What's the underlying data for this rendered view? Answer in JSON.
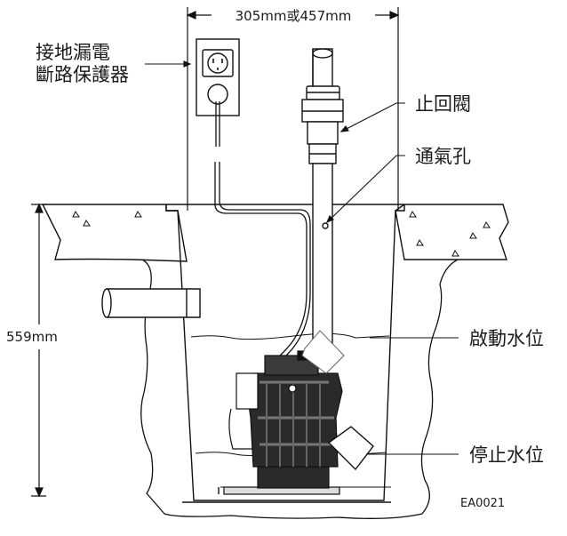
{
  "labels": {
    "gfci": [
      "接地漏電",
      "斷路保護器"
    ],
    "check_valve": "止回閥",
    "vent_hole": "通氣孔",
    "start_level": "啟動水位",
    "stop_level": "停止水位",
    "width_dim": "305mm或457mm",
    "depth_dim": "559mm",
    "code": "EA0021"
  }
}
